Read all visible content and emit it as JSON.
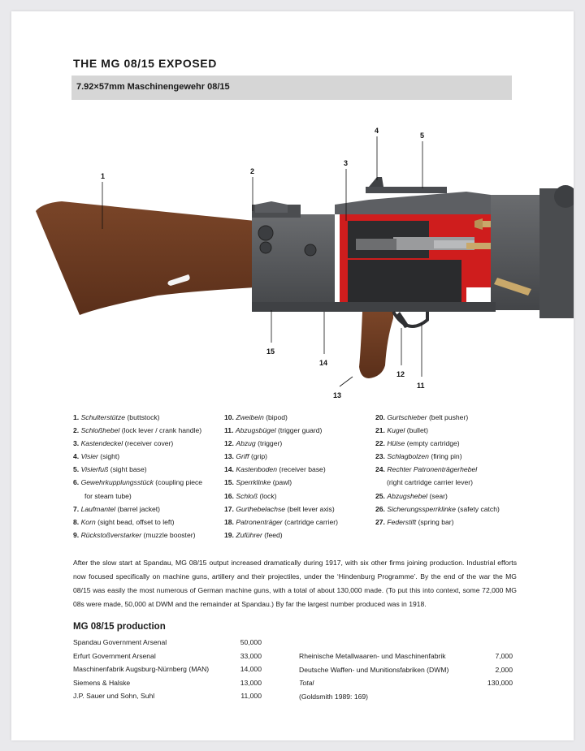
{
  "page": {
    "title": "THE MG 08/15 EXPOSED",
    "subtitle": "7.92×57mm Maschinengewehr 08/15"
  },
  "diagram": {
    "callouts": [
      "1",
      "2",
      "3",
      "4",
      "5",
      "15",
      "14",
      "13",
      "12",
      "11"
    ]
  },
  "legend": {
    "col1": [
      {
        "num": "1.",
        "de": "Schulterstütze",
        "en": "(buttstock)"
      },
      {
        "num": "2.",
        "de": "Schloßhebel",
        "en": "(lock lever / crank handle)"
      },
      {
        "num": "3.",
        "de": "Kastendeckel",
        "en": "(receiver cover)"
      },
      {
        "num": "4.",
        "de": "Visier",
        "en": "(sight)"
      },
      {
        "num": "5.",
        "de": "Visierfuß",
        "en": "(sight base)"
      },
      {
        "num": "6.",
        "de": "Gewehrkupplungsstück",
        "en": "(coupling piece",
        "cont": "for steam tube)"
      },
      {
        "num": "7.",
        "de": "Laufmantel",
        "en": "(barrel jacket)"
      },
      {
        "num": "8.",
        "de": "Korn",
        "en": "(sight bead, offset to left)"
      },
      {
        "num": "9.",
        "de": "Rückstoßverstarker",
        "en": "(muzzle booster)"
      }
    ],
    "col2": [
      {
        "num": "10.",
        "de": "Zweibein",
        "en": "(bipod)"
      },
      {
        "num": "11.",
        "de": "Abzugsbügel",
        "en": "(trigger guard)"
      },
      {
        "num": "12.",
        "de": "Abzug",
        "en": "(trigger)"
      },
      {
        "num": "13.",
        "de": "Griff",
        "en": "(grip)"
      },
      {
        "num": "14.",
        "de": "Kastenboden",
        "en": "(receiver base)"
      },
      {
        "num": "15.",
        "de": "Sperrklinke",
        "en": "(pawl)"
      },
      {
        "num": "16.",
        "de": "Schloß",
        "en": "(lock)"
      },
      {
        "num": "17.",
        "de": "Gurthebelachse",
        "en": "(belt lever axis)"
      },
      {
        "num": "18.",
        "de": "Patronenträger",
        "en": "(cartridge carrier)"
      },
      {
        "num": "19.",
        "de": "Zuführer",
        "en": "(feed)"
      }
    ],
    "col3": [
      {
        "num": "20.",
        "de": "Gurtschieber",
        "en": "(belt pusher)"
      },
      {
        "num": "21.",
        "de": "Kugel",
        "en": "(bullet)"
      },
      {
        "num": "22.",
        "de": "Hülse",
        "en": "(empty cartridge)"
      },
      {
        "num": "23.",
        "de": "Schlagbolzen",
        "en": "(firing pin)"
      },
      {
        "num": "24.",
        "de": "Rechter Patronenträgerhebel",
        "en": "",
        "cont": "(right cartridge carrier lever)"
      },
      {
        "num": "25.",
        "de": "Abzugshebel",
        "en": "(sear)"
      },
      {
        "num": "26.",
        "de": "Sicherungssperrklinke",
        "en": "(safety catch)"
      },
      {
        "num": "27.",
        "de": "Federstift",
        "en": "(spring bar)"
      }
    ]
  },
  "paragraph": "After the slow start at Spandau, MG 08/15 output increased dramatically during 1917, with six other firms joining production. Industrial efforts now focused specifically on machine guns, artillery and their projectiles, under the ‘Hindenburg Programme’. By the end of the war the MG 08/15 was easily the most numerous of German machine guns, with a total of about 130,000 made. (To put this into context, some 72,000 MG 08s were made, 50,000 at DWM and the remainder at Spandau.) By far the largest number produced was in 1918.",
  "production": {
    "title": "MG 08/15 production",
    "left": [
      {
        "name": "Spandau Government Arsenal",
        "value": "50,000"
      },
      {
        "name": "Erfurt Government Arsenal",
        "value": "33,000"
      },
      {
        "name": "Maschinenfabrik Augsburg-Nürnberg (MAN)",
        "value": "14,000"
      },
      {
        "name": "Siemens & Halske",
        "value": "13,000"
      },
      {
        "name": "J.P. Sauer und Sohn, Suhl",
        "value": "11,000"
      }
    ],
    "right": [
      {
        "name": "Rheinische Metallwaaren- und Maschinenfabrik",
        "value": "7,000"
      },
      {
        "name": "Deutsche Waffen- und Munitionsfabriken (DWM)",
        "value": "2,000"
      },
      {
        "name": "Total",
        "value": "130,000"
      },
      {
        "name": "(Goldsmith 1989: 169)",
        "value": ""
      }
    ]
  },
  "colors": {
    "stock": "#6b3a22",
    "metal": "#55575a",
    "cutaway": "#d11a1a",
    "brass": "#c9a86a"
  }
}
